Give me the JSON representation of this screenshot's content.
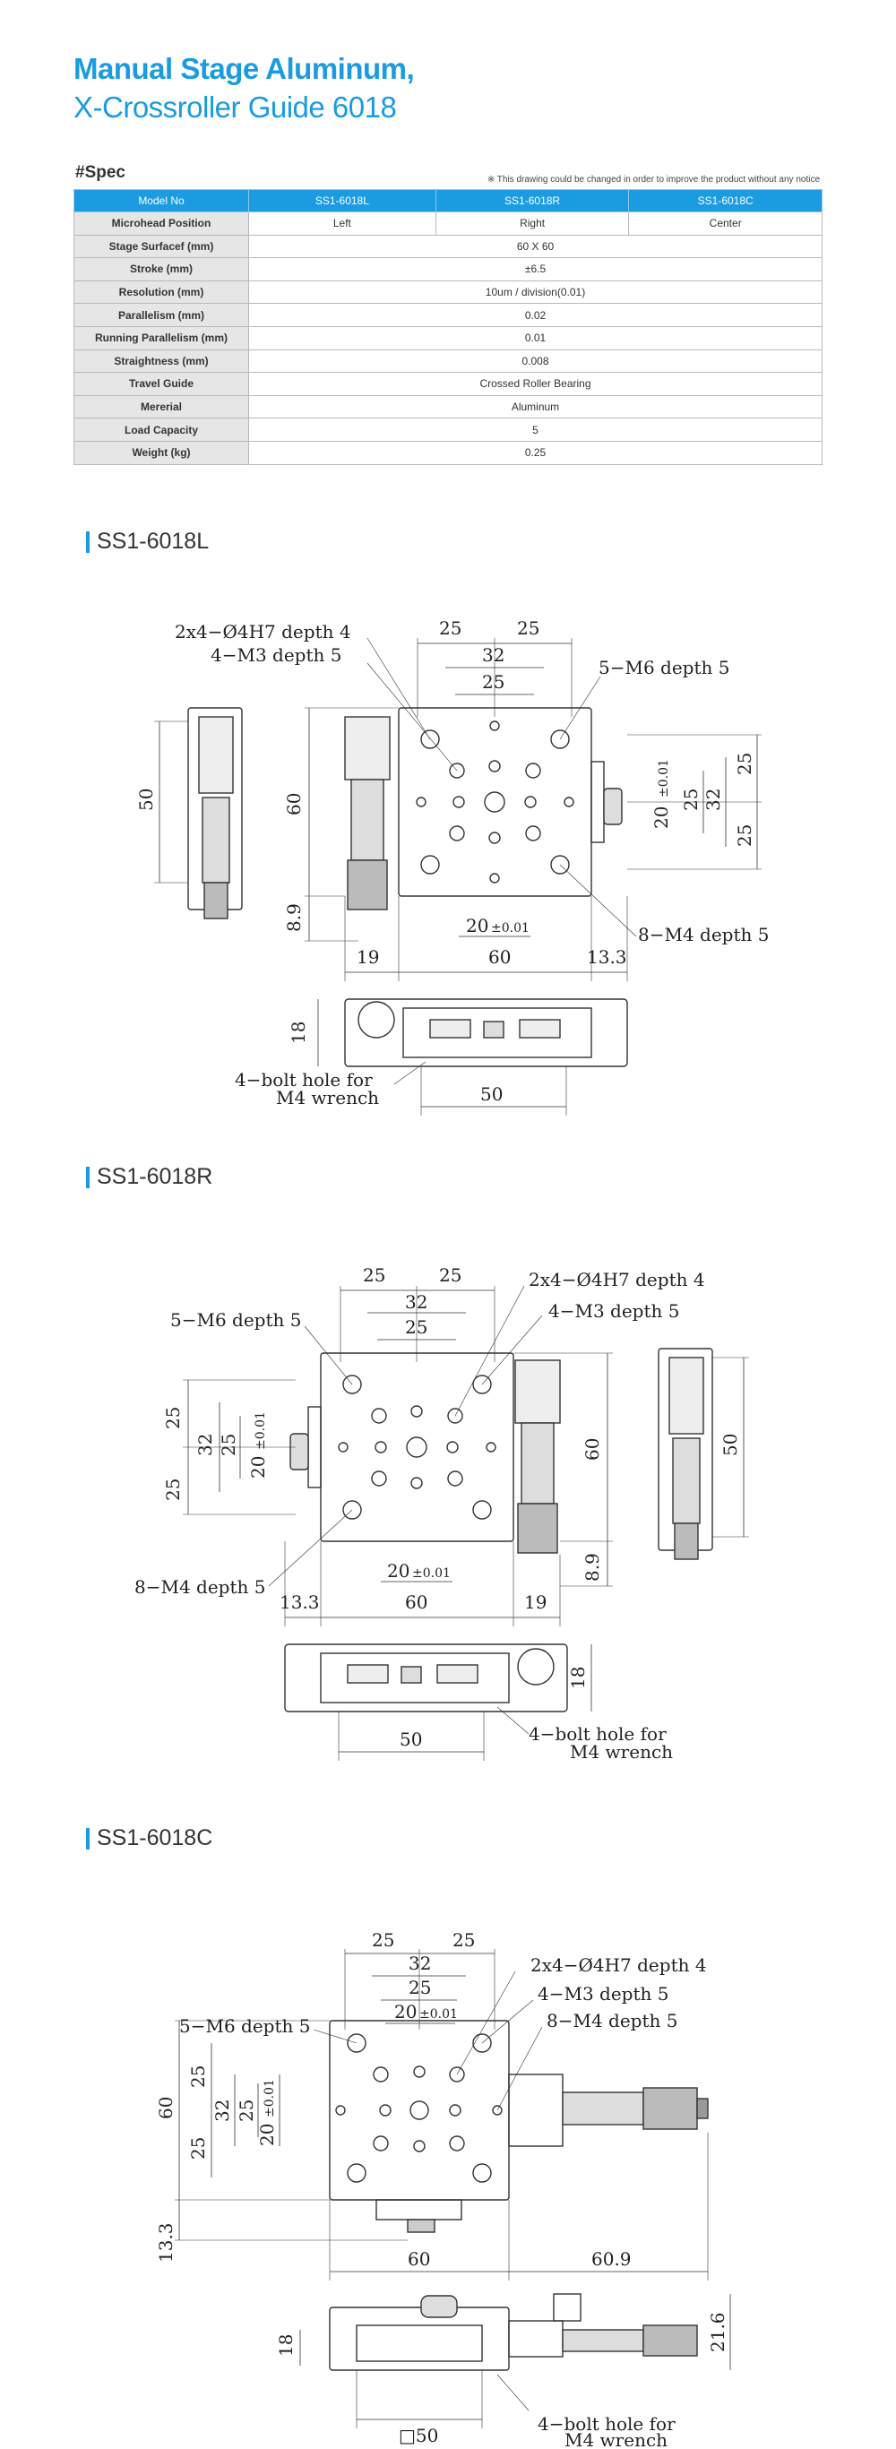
{
  "header": {
    "title_line1": "Manual Stage Aluminum,",
    "title_line2": "X-Crossroller Guide 6018"
  },
  "spec": {
    "label": "#Spec",
    "note": "※ This drawing could be changed in order to improve the product without any notice",
    "columns": [
      "Model No",
      "SS1-6018L",
      "SS1-6018R",
      "SS1-6018C"
    ],
    "rows": [
      {
        "name": "Microhead Position",
        "values": [
          "Left",
          "Right",
          "Center"
        ]
      },
      {
        "name": "Stage Surfacef (mm)",
        "value": "60 X 60"
      },
      {
        "name": "Stroke (mm)",
        "value": "±6.5"
      },
      {
        "name": "Resolution (mm)",
        "value": "10um / division(0.01)"
      },
      {
        "name": "Parallelism (mm)",
        "value": "0.02"
      },
      {
        "name": "Running Parallelism (mm)",
        "value": "0.01"
      },
      {
        "name": "Straightness (mm)",
        "value": "0.008"
      },
      {
        "name": "Travel Guide",
        "value": "Crossed Roller Bearing"
      },
      {
        "name": "Mererial",
        "value": "Aluminum"
      },
      {
        "name": "Load Capacity",
        "value": "5"
      },
      {
        "name": "Weight (kg)",
        "value": "0.25"
      }
    ]
  },
  "sections": {
    "left": {
      "title": "SS1-6018L",
      "labels": {
        "dowel": "2x4−Ø4H7 depth 4",
        "m3": "4−M3 depth 5",
        "m6": "5−M6 depth 5",
        "m4": "8−M4 depth 5",
        "bolt1": "4−bolt hole for",
        "bolt2": "M4 wrench",
        "d25": "25",
        "d32": "32",
        "d50": "50",
        "d60": "60",
        "d89": "8.9",
        "d19": "19",
        "d133": "13.3",
        "d18": "18",
        "d20": "20",
        "tol": "±0.01"
      }
    },
    "right": {
      "title": "SS1-6018R",
      "labels": {
        "dowel": "2x4−Ø4H7 depth 4",
        "m3": "4−M3 depth 5",
        "m6": "5−M6 depth 5",
        "m4": "8−M4 depth 5",
        "bolt1": "4−bolt hole for",
        "bolt2": "M4 wrench",
        "d25": "25",
        "d32": "32",
        "d50": "50",
        "d60": "60",
        "d89": "8.9",
        "d19": "19",
        "d133": "13.3",
        "d18": "18",
        "d20": "20",
        "tol": "±0.01"
      }
    },
    "center": {
      "title": "SS1-6018C",
      "labels": {
        "dowel": "2x4−Ø4H7 depth 4",
        "m3": "4−M3 depth 5",
        "m4": "8−M4 depth 5",
        "m6": "5−M6 depth 5",
        "bolt1": "4−bolt hole for",
        "bolt2": "M4 wrench",
        "d25": "25",
        "d32": "32",
        "d60": "60",
        "d609": "60.9",
        "d133": "13.3",
        "d18": "18",
        "d216": "21.6",
        "d50sq": "□50",
        "d20": "20",
        "tol": "±0.01"
      }
    }
  }
}
